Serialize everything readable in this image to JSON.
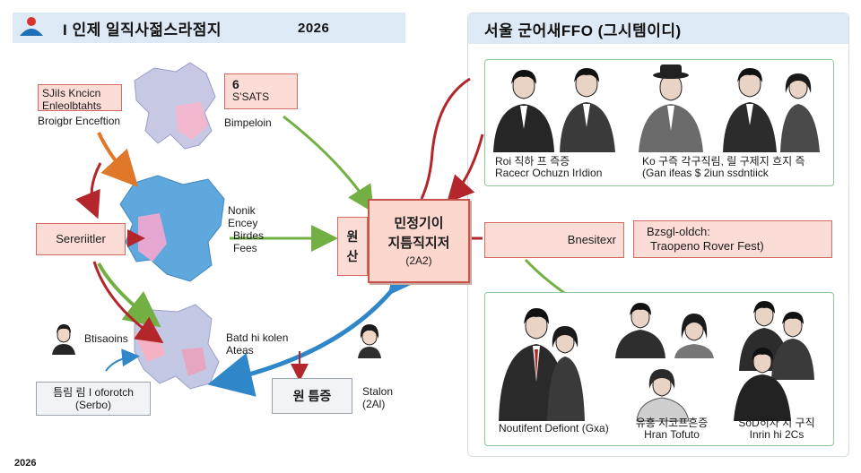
{
  "header_left": {
    "title": "I 인제  일직사젊스라점지",
    "year": "2026"
  },
  "header_right": {
    "title": "서울   군어새FFO (그시템이디)"
  },
  "left": {
    "box_top_left": [
      "SJiIs Kncicn",
      "Enleolbtahts"
    ],
    "label_top_left": "Broigbr Enceftion",
    "box_top_right": [
      "6",
      "S’SATS"
    ],
    "label_top_right": "Bimpeloin",
    "label_mid_right": [
      "Nonik",
      "Encey",
      "Birdes",
      "Fees"
    ],
    "box_mid_left": "Sereriitler",
    "label_person_left": "Btisaoins",
    "label_bottom_map": [
      "Batd hi kolen",
      "Ateas"
    ],
    "box_bottom_left": [
      "틈림 림 I oforotch",
      "(Serbo)"
    ],
    "box_bottom_mid": "원  틈증",
    "label_bottom_right": [
      "Stalon",
      "(2Al)"
    ]
  },
  "center": {
    "side_box": [
      "원",
      "산"
    ],
    "main_box": [
      "민정기이",
      "지틈직지저",
      "(2A2)"
    ]
  },
  "right": {
    "card_top_captions": [
      [
        "Roi 직하  프 즉증",
        "Racecr  Ochuzn  IrIdion"
      ],
      [
        "Ko 구즉 각구직림,  릴 구제지 흐지 즉",
        "(Gan ifeas       $ 2iun  ssdntiick"
      ]
    ],
    "box_mid_left": "Bnesitexr",
    "box_mid_right": [
      "Bzsgl-oldch:",
      "Traopeno Rover Fest)"
    ],
    "card_bottom_captions": [
      "Noutifent Defiont (Gxa)",
      [
        "유흥  지코프흔증",
        "Hran Tofuto"
      ],
      [
        "SoD히자 지 구직",
        "Inrin hi 2Cs"
      ]
    ]
  },
  "footer": {
    "year": "2026"
  },
  "colors": {
    "header_bg": "#dde9f5",
    "red_box_fill": "#fbdcd7",
    "red_box_stroke": "#d36b62",
    "arrow_red": "#b3262b",
    "arrow_green": "#72b043",
    "arrow_blue": "#2f86c8",
    "arrow_orange": "#e0782a",
    "card_border": "#8ec79a"
  }
}
